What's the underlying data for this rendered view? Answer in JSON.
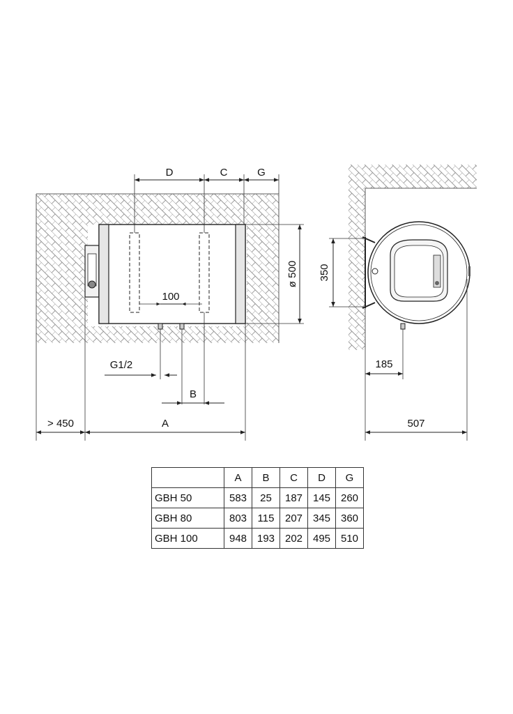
{
  "front_view": {
    "labels": {
      "D": "D",
      "C": "C",
      "G": "G",
      "spacing": "100",
      "thread": "G1/2",
      "B": "B",
      "clearance": "> 450",
      "A": "A",
      "diameter": "ø 500"
    }
  },
  "side_view": {
    "labels": {
      "bracket_height": "350",
      "outlet_offset": "185",
      "depth": "507"
    }
  },
  "table": {
    "headers": [
      "",
      "A",
      "B",
      "C",
      "D",
      "G"
    ],
    "rows": [
      {
        "model": "GBH 50",
        "values": [
          "583",
          "25",
          "187",
          "145",
          "260"
        ]
      },
      {
        "model": "GBH 80",
        "values": [
          "803",
          "115",
          "207",
          "345",
          "360"
        ]
      },
      {
        "model": "GBH 100",
        "values": [
          "948",
          "193",
          "202",
          "495",
          "510"
        ]
      }
    ]
  }
}
